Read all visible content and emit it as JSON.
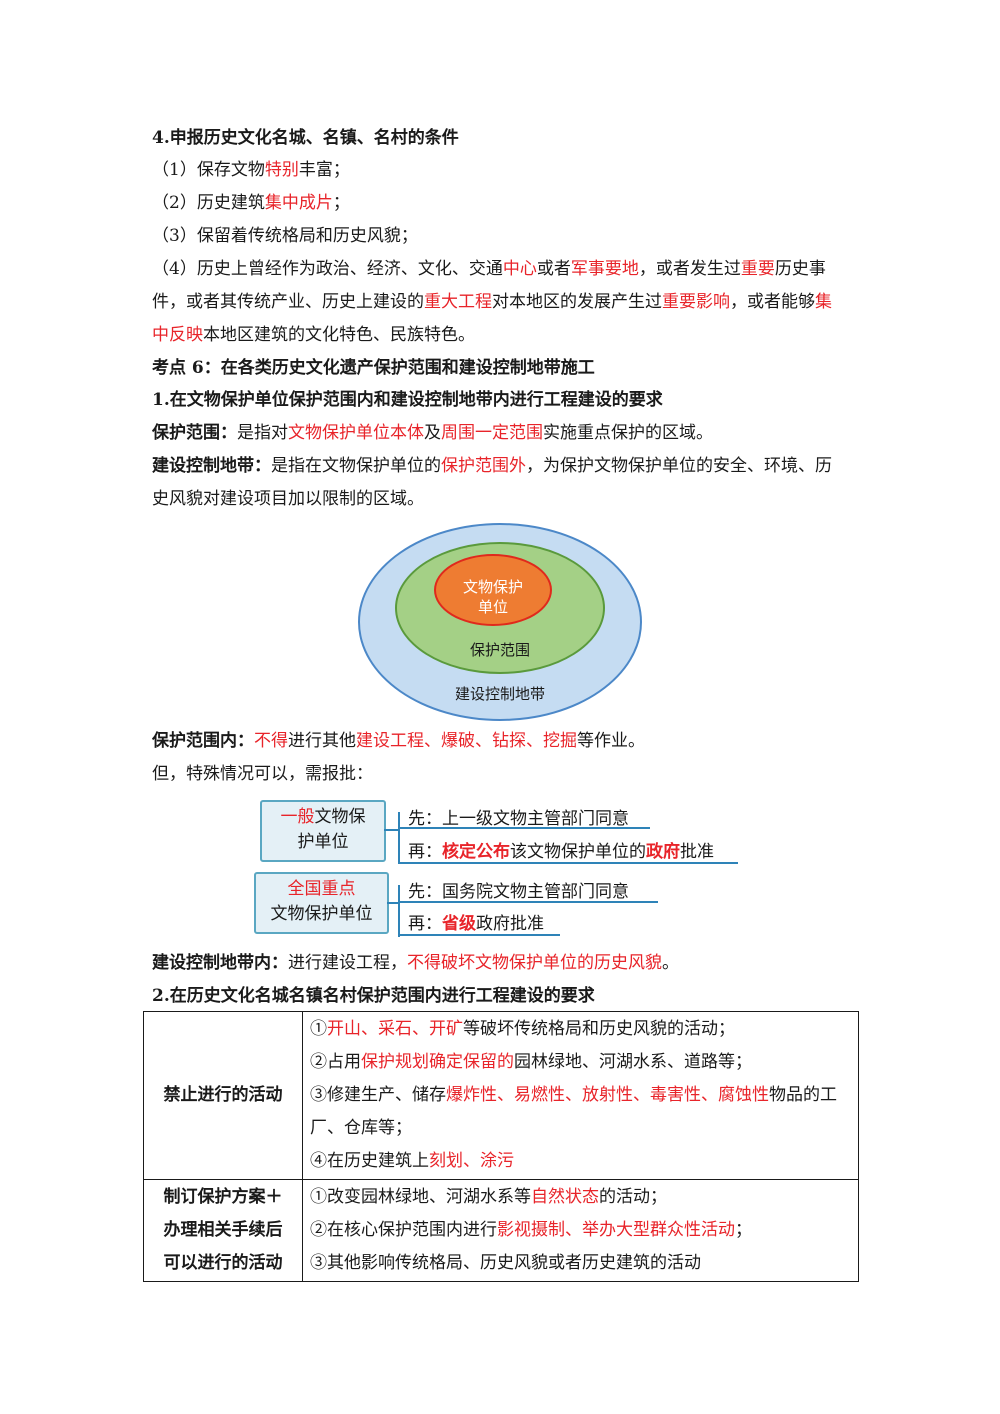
{
  "sec4": {
    "title": "4.申报历史文化名城、名镇、名村的条件",
    "c1": {
      "pre": "（1）保存文物",
      "red": "特别",
      "post": "丰富；"
    },
    "c2": {
      "pre": "（2）历史建筑",
      "red": "集中成片",
      "post": "；"
    },
    "c3": "（3）保留着传统格局和历史风貌；",
    "c4_l1": {
      "t1": "（4）历史上曾经作为政治、经济、文化、交通",
      "r1": "中心",
      "t2": "或者",
      "r2": "军事要地",
      "t3": "，或者发生过",
      "r3": "重要",
      "t4": "历史事"
    },
    "c4_l2": {
      "t1": "件，或者其传统产业、历史上建设的",
      "r1": "重大工程",
      "t2": "对本地区的发展产生过",
      "r2": "重要影响",
      "t3": "，或者能够",
      "r3": "集"
    },
    "c4_l3": {
      "r1": "中反映",
      "t1": "本地区建筑的文化特色、民族特色。"
    }
  },
  "kd6": {
    "title": "考点 6：在各类历史文化遗产保护范围和建设控制地带施工",
    "sub1": "1.在文物保护单位保护范围内和建设控制地带内进行工程建设的要求",
    "scope": {
      "label": "保护范围：",
      "t1": "是指对",
      "r1": "文物保护单位本体",
      "t2": "及",
      "r2": "周围一定范围",
      "t3": "实施重点保护的区域。"
    },
    "zone_l1": {
      "label": "建设控制地带：",
      "t1": "是指在文物保护单位的",
      "r1": "保护范围外",
      "t2": "，为保护文物保护单位的安全、环境、历"
    },
    "zone_l2": "史风貌对建设项目加以限制的区域。"
  },
  "diagram": {
    "inner_l1": "文物保护",
    "inner_l2": "单位",
    "middle": "保护范围",
    "outer": "建设控制地带"
  },
  "within": {
    "label": "保护范围内：",
    "r1": "不得",
    "t1": "进行其他",
    "r2": "建设工程、爆破、钻探、挖掘",
    "t2": "等作业。"
  },
  "but": "但，特殊情况可以，需报批：",
  "tree1": {
    "box_red": "一般",
    "box_rest": "文物保",
    "box_l2": "护单位",
    "first": "先：上一级文物主管部门同意",
    "second_pre": "再：",
    "second_red": "核定公布",
    "second_mid": "该文物保护单位的",
    "second_red2": "政府",
    "second_post": "批准"
  },
  "tree2": {
    "box_l1": "全国重点",
    "box_l2": "文物保护单位",
    "first": "先：国务院文物主管部门同意",
    "second_pre": "再：",
    "second_red": "省级",
    "second_post": "政府批准"
  },
  "zone_within": {
    "label": "建设控制地带内：",
    "t1": "进行建设工程，",
    "r1": "不得破坏文物保护单位的历史风貌",
    "t2": "。"
  },
  "sub2": "2.在历史文化名城名镇名村保护范围内进行工程建设的要求",
  "table": {
    "row1_head": "禁止进行的活动",
    "r1_i1": {
      "t1": "①",
      "r1": "开山、采石、开矿",
      "t2": "等破坏传统格局和历史风貌的活动；"
    },
    "r1_i2": {
      "t1": "②占用",
      "r1": "保护规划确定保留的",
      "t2": "园林绿地、河湖水系、道路等；"
    },
    "r1_i3a": {
      "t1": "③修建生产、储存",
      "r1": "爆炸性、易燃性、放射性、毒害性、腐蚀性",
      "t2": "物品的工"
    },
    "r1_i3b": "厂、仓库等；",
    "r1_i4": {
      "t1": "④在历史建筑上",
      "r1": "刻划、涂污"
    },
    "row2_head_l1": "制订保护方案＋",
    "row2_head_l2": "办理相关手续后",
    "row2_head_l3": "可以进行的活动",
    "r2_i1": {
      "t1": "①改变园林绿地、河湖水系等",
      "r1": "自然状态",
      "t2": "的活动；"
    },
    "r2_i2": {
      "t1": "②在核心保护范围内进行",
      "r1": "影视摄制、举办大型群众性活动",
      "t2": "；"
    },
    "r2_i3": "③其他影响传统格局、历史风貌或者历史建筑的活动"
  },
  "colors": {
    "red": "#e8242a",
    "tree_line": "#2e83b8",
    "outer": "#c5dcf2",
    "middle": "#a4d086",
    "inner": "#ee7c32"
  }
}
